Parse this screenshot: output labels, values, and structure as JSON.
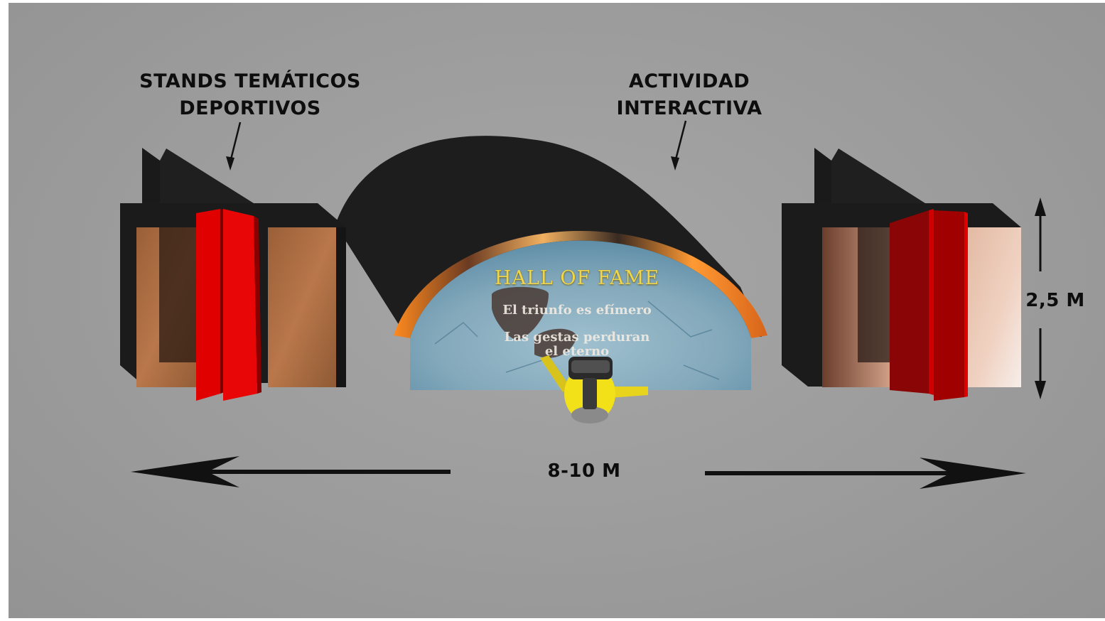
{
  "labels": {
    "stands": {
      "line1": "STANDS TEMÁTICOS",
      "line2": "DEPORTIVOS"
    },
    "activity": {
      "line1": "ACTIVIDAD",
      "line2": "INTERACTIVA"
    },
    "height": "2,5 M",
    "width": "8-10 M"
  },
  "screen": {
    "title": "HALL OF FAME",
    "line1": "El triunfo es efímero",
    "line2": "Las gestas perduran",
    "line3": "el eterno"
  },
  "colors": {
    "background": "#9e9e9e",
    "stand_dark": "#1b1b1b",
    "panel_red": "#e00000",
    "panel_dark_red": "#8c0000",
    "screen_blue": "#7fa4b6",
    "title_gold": "#f2d64a",
    "figure_yellow": "#f5e11a"
  }
}
